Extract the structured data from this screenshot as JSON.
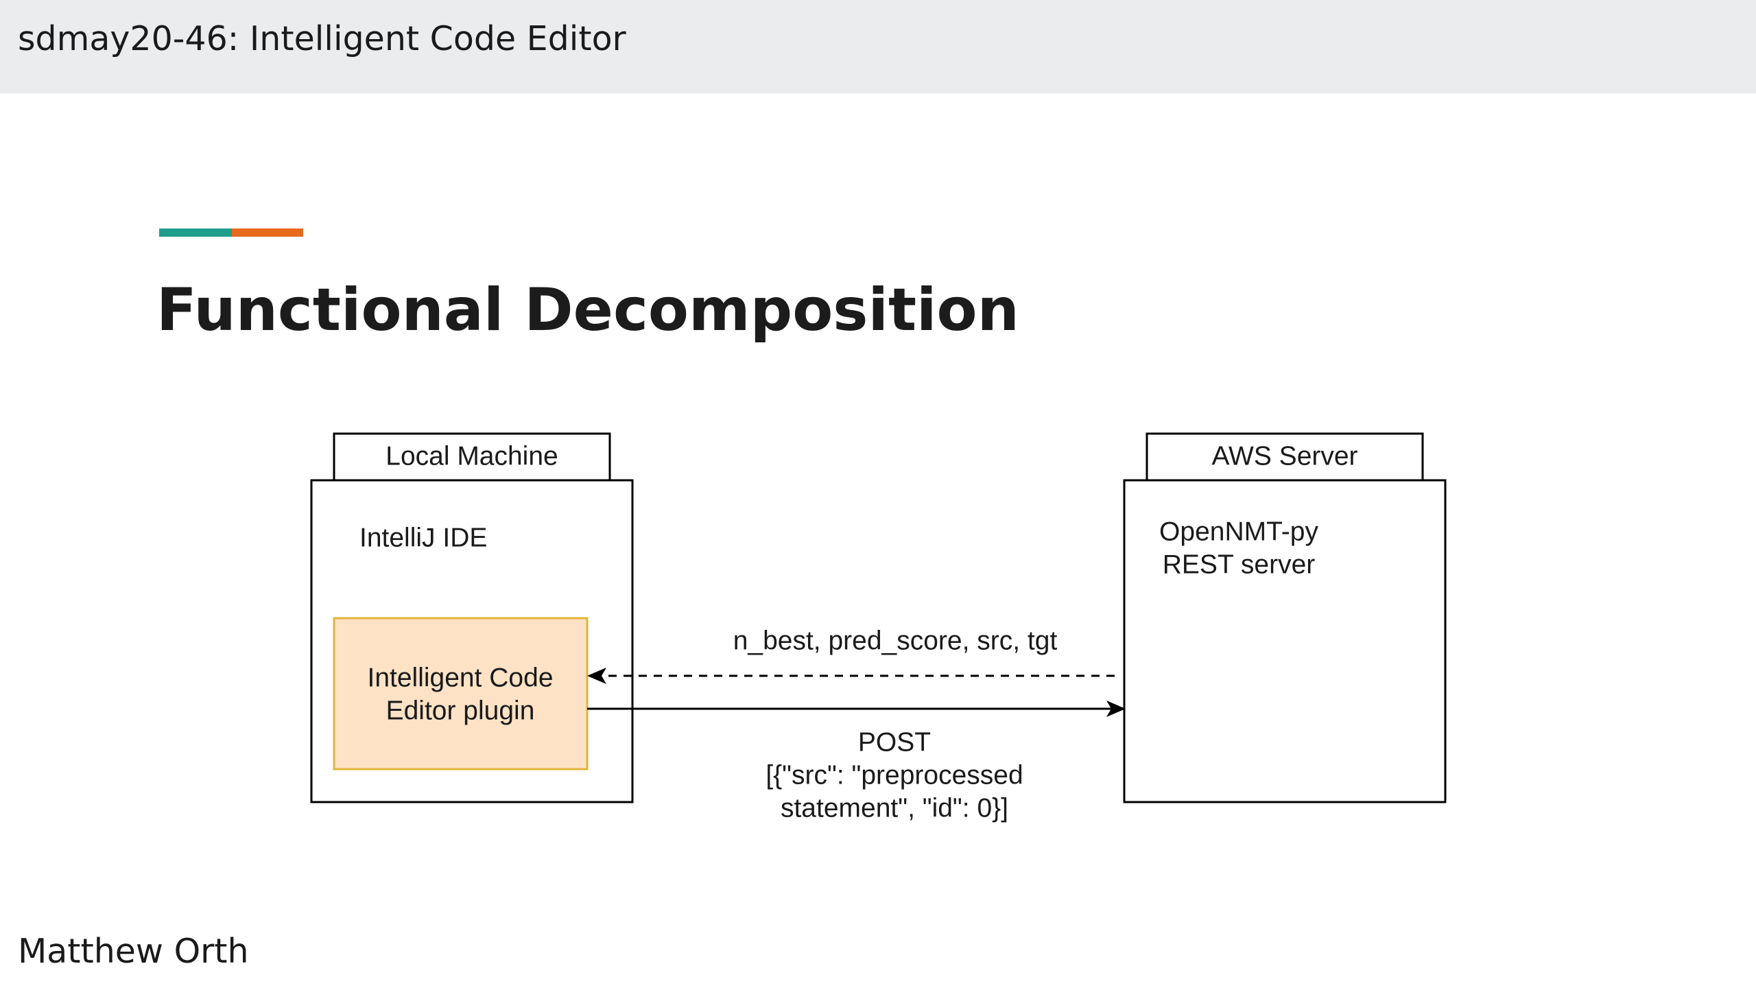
{
  "header": {
    "title": "sdmay20-46: Intelligent Code Editor"
  },
  "slide": {
    "title": "Functional Decomposition",
    "accent_colors": [
      "#1e9e8b",
      "#e86a1c"
    ]
  },
  "diagram": {
    "local_machine": {
      "label": "Local Machine",
      "ide_label": "IntelliJ IDE",
      "plugin": {
        "line1": "Intelligent Code",
        "line2": "Editor plugin",
        "fill": "#fde2c6",
        "stroke": "#e2b53a"
      }
    },
    "aws_server": {
      "label": "AWS Server",
      "service_line1": "OpenNMT-py",
      "service_line2": "REST server"
    },
    "response_arrow": {
      "label": "n_best, pred_score, src, tgt",
      "style": "dashed"
    },
    "request_arrow": {
      "line1": "POST",
      "line2": "[{\"src\": \"preprocessed",
      "line3": "statement\", \"id\": 0}]",
      "style": "solid"
    }
  },
  "footer": {
    "presenter": "Matthew Orth"
  }
}
